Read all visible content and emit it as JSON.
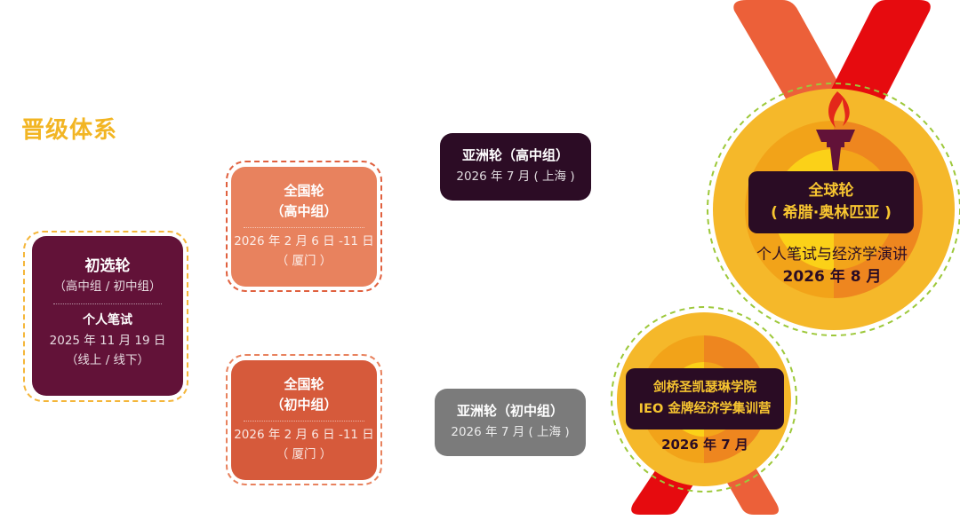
{
  "section_title": "晋级体系",
  "colors": {
    "title": "#f2b523",
    "qualifier_card": "#621238",
    "national_hs_card": "#e8825e",
    "national_ms_card": "#d65a3b",
    "asia_hs_card": "#2c0c25",
    "asia_ms_card": "#7b7b7b",
    "medal_gold": "#f5b82a",
    "medal_label": "#2a0c24",
    "ribbon_orange": "#ec6039",
    "ribbon_red": "#e60b0f"
  },
  "qualifier": {
    "title": "初选轮",
    "groups": "（高中组 / 初中组）",
    "format": "个人笔试",
    "date": "2025 年 11 月 19 日",
    "mode": "（线上 / 线下）"
  },
  "national_hs": {
    "title": "全国轮",
    "group": "（高中组）",
    "date": "2026 年 2 月 6 日 -11 日",
    "location": "（ 厦门 ）"
  },
  "national_ms": {
    "title": "全国轮",
    "group": "（初中组）",
    "date": "2026 年 2 月 6 日 -11 日",
    "location": "（ 厦门 ）"
  },
  "asia_hs": {
    "title": "亚洲轮（高中组）",
    "date": "2026 年 7 月 ( 上海 )"
  },
  "asia_ms": {
    "title": "亚洲轮（初中组）",
    "date": "2026 年 7 月 ( 上海 )"
  },
  "global_round": {
    "title": "全球轮",
    "location": "( 希腊·奥林匹亚 )",
    "format": "个人笔试与经济学演讲",
    "date": "2026 年 8 月",
    "icon": "torch-icon"
  },
  "camp": {
    "line1": "剑桥圣凯瑟琳学院",
    "line2": "IEO 金牌经济学集训营",
    "date": "2026 年 7 月"
  }
}
